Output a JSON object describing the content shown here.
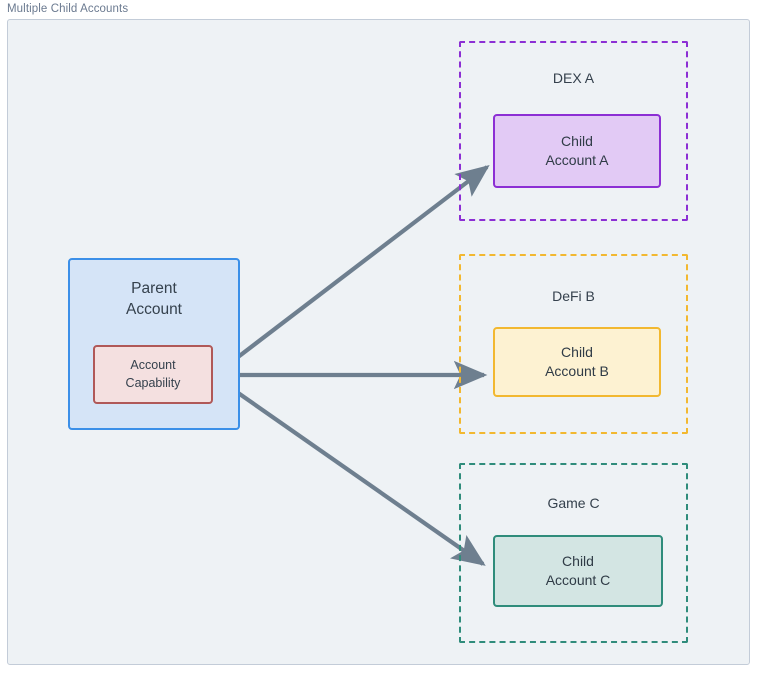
{
  "frame": {
    "title": "Multiple Child Accounts"
  },
  "diagram": {
    "type": "node-edge-diagram",
    "parent": {
      "label_line1": "Parent",
      "label_line2": "Account",
      "capability": {
        "label_line1": "Account",
        "label_line2": "Capability"
      }
    },
    "groups": [
      {
        "id": "dex-a",
        "title": "DEX A",
        "border_color": "#8c2fd4",
        "border_style": "dashed",
        "child": {
          "label_line1": "Child",
          "label_line2": "Account A",
          "fill_color": "#e2caf5",
          "border_color": "#8c2fd4"
        }
      },
      {
        "id": "defi-b",
        "title": "DeFi B",
        "border_color": "#f2b830",
        "border_style": "dashed",
        "child": {
          "label_line1": "Child",
          "label_line2": "Account B",
          "fill_color": "#fdf2d2",
          "border_color": "#f2b830"
        }
      },
      {
        "id": "game-c",
        "title": "Game C",
        "border_color": "#2f8c7b",
        "border_style": "dashed",
        "child": {
          "label_line1": "Child",
          "label_line2": "Account C",
          "fill_color": "#d3e5e3",
          "border_color": "#2f8c7b"
        }
      }
    ],
    "edges": [
      {
        "from": "account-capability",
        "to": "child-account-a",
        "color": "#6e7f8f"
      },
      {
        "from": "account-capability",
        "to": "child-account-b",
        "color": "#6e7f8f"
      },
      {
        "from": "account-capability",
        "to": "child-account-c",
        "color": "#6e7f8f"
      }
    ],
    "colors": {
      "canvas": "#eef2f5",
      "parent_fill": "#d5e4f7",
      "parent_border": "#3b8fe8",
      "capability_fill": "#f4e0e0",
      "capability_border": "#b05858",
      "edge": "#6e7f8f",
      "text": "#35414d",
      "frame_title": "#6b7a90"
    }
  }
}
